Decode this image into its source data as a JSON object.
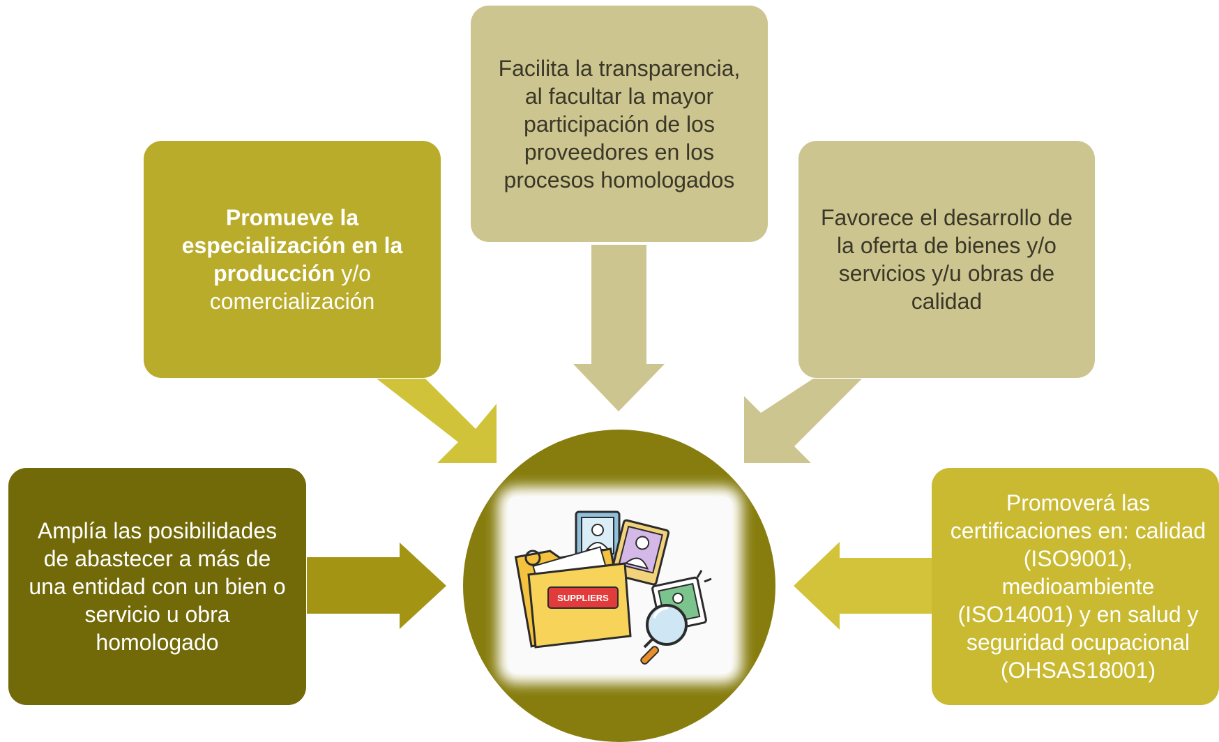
{
  "boxes": {
    "especializacion": {
      "line1": "Promueve la",
      "line2": "especialización en la",
      "line3_bold": "producción",
      "line3_rest": " y/o",
      "line4": "comercialización"
    },
    "transparencia": {
      "line1": "Facilita la transparencia,",
      "line2": "al facultar la mayor",
      "line3": "participación de los",
      "line4": "proveedores en los",
      "line5": "procesos homologados"
    },
    "favorece": {
      "line1": "Favorece el desarrollo de",
      "line2": "la oferta de bienes y/o",
      "line3": "servicios y/u obras de",
      "line4": "calidad"
    },
    "amplia": {
      "line1": "Amplía las posibilidades",
      "line2": "de abastecer a más de",
      "line3": "una entidad con un bien o",
      "line4": "servicio u obra",
      "line5": "homologado"
    },
    "promovera": {
      "line1": "Promoverá las",
      "line2": "certificaciones en: calidad",
      "line3": "(ISO9001),",
      "line4": "medioambiente",
      "line5": "(ISO14001) y en salud y",
      "line6": "seguridad ocupacional",
      "line7": "(OHSAS18001)"
    }
  },
  "center_image": {
    "folder_label": "SUPPLIERS"
  },
  "colors": {
    "olive_dark": "#726a09",
    "olive_hub": "#877d0e",
    "olive_mid": "#b9ac2a",
    "olive_bright": "#c9ba31",
    "khaki": "#cdc58f"
  }
}
